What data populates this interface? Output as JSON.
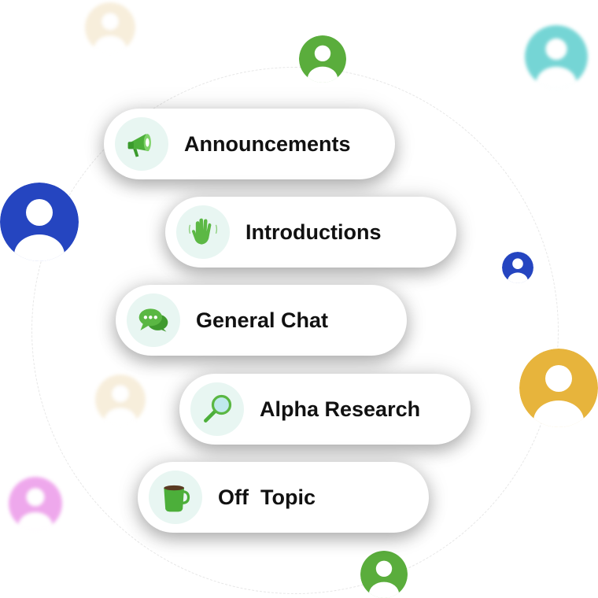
{
  "channels": [
    {
      "label": "Announcements",
      "icon": "megaphone-icon"
    },
    {
      "label": "Introductions",
      "icon": "waving-hand-icon"
    },
    {
      "label": "General Chat",
      "icon": "chat-bubbles-icon"
    },
    {
      "label": "Alpha Research",
      "icon": "magnifier-icon"
    },
    {
      "label": "Off  Topic",
      "icon": "coffee-mug-icon"
    }
  ],
  "colors": {
    "green": "#5aad3c",
    "blue": "#2545c0",
    "teal": "#3cc4c4",
    "yellow": "#e7b43c",
    "beige": "#e9cf9a",
    "pink": "#e46fe0",
    "icon_bg": "#e8f6f2"
  }
}
